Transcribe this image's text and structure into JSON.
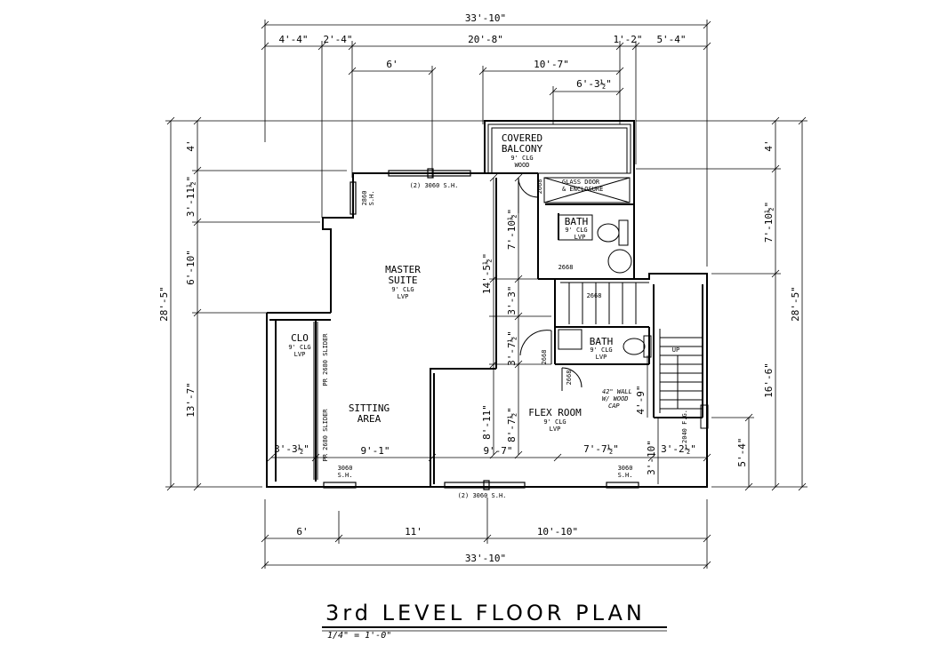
{
  "title": "3rd LEVEL FLOOR PLAN",
  "scale": "1/4\" = 1'-0\"",
  "rooms": {
    "balcony": {
      "name": "COVERED BALCONY",
      "line1": "COVERED",
      "line2": "BALCONY",
      "ceiling": "9' CLG",
      "finish": "WOOD"
    },
    "master": {
      "line1": "MASTER",
      "line2": "SUITE",
      "ceiling": "9' CLG",
      "finish": "LVP"
    },
    "bath1": {
      "name": "BATH",
      "ceiling": "9' CLG",
      "finish": "LVP"
    },
    "bath2": {
      "name": "BATH",
      "ceiling": "9' CLG",
      "finish": "LVP"
    },
    "clo": {
      "name": "CLO",
      "ceiling": "9' CLG",
      "finish": "LVP"
    },
    "sitting": {
      "line1": "SITTING",
      "line2": "AREA"
    },
    "flex": {
      "name": "FLEX ROOM",
      "ceiling": "9' CLG",
      "finish": "LVP"
    }
  },
  "notes": {
    "glass_door_1": "GLASS DOOR",
    "glass_door_2": "& ENCLOSURE",
    "wall_1": "42\" WALL",
    "wall_2": "W/ WOOD",
    "wall_3": "CAP",
    "slider_1": "PR 2680 SLIDER",
    "slider_2": "PR 2680 SLIDER",
    "win_top": "(2) 3060 S.H.",
    "win_bottom": "(2) 3060 S.H.",
    "win_left_1": "3060",
    "win_left_2": "S.H.",
    "win_right_1": "3060",
    "win_right_2": "S.H.",
    "win_side_1": "2860",
    "win_side_2": "S.H.",
    "door_2668_a": "2668",
    "door_2668_b": "2668",
    "door_2668_c": "2668",
    "door_2668_d": "2668",
    "door_2668_e": "2668",
    "stair_up": "UP",
    "side_win": "2040 F.G."
  },
  "dims": {
    "overall_top": "33'-10\"",
    "overall_bottom": "33'-10\"",
    "top_a": "4'-4\"",
    "top_b": "2'-4\"",
    "top_c": "20'-8\"",
    "top_d": "1'-2\"",
    "top_e": "5'-4\"",
    "top_six": "6'",
    "top_10_7": "10'-7\"",
    "top_6_3": "6'-3½\"",
    "left_overall": "28'-5\"",
    "left_4": "4'",
    "left_3_11": "3'-11½\"",
    "left_6_10": "6'-10\"",
    "left_13_7": "13'-7\"",
    "right_overall": "28'-5\"",
    "right_4": "4'",
    "right_7_10": "7'-10½\"",
    "right_16_6": "16'-6\"",
    "right_5_4": "5'-4\"",
    "in_7_10": "7'-10½\"",
    "in_14_5": "14'-5½\"",
    "in_3_3": "3'-3\"",
    "in_3_7": "3'-7½\"",
    "in_8_11": "8'-11\"",
    "in_8_7": "8'-7½\"",
    "in_4_9": "4'-9\"",
    "in_3_10": "3'-10\"",
    "row_3_3": "3'-3½\"",
    "row_9_1": "9'-1\"",
    "row_9_7": "9'-7\"",
    "row_7_7": "7'-7½\"",
    "row_3_2": "3'-2½\"",
    "bottom_6": "6'",
    "bottom_11": "11'",
    "bottom_10_10": "10'-10\""
  }
}
